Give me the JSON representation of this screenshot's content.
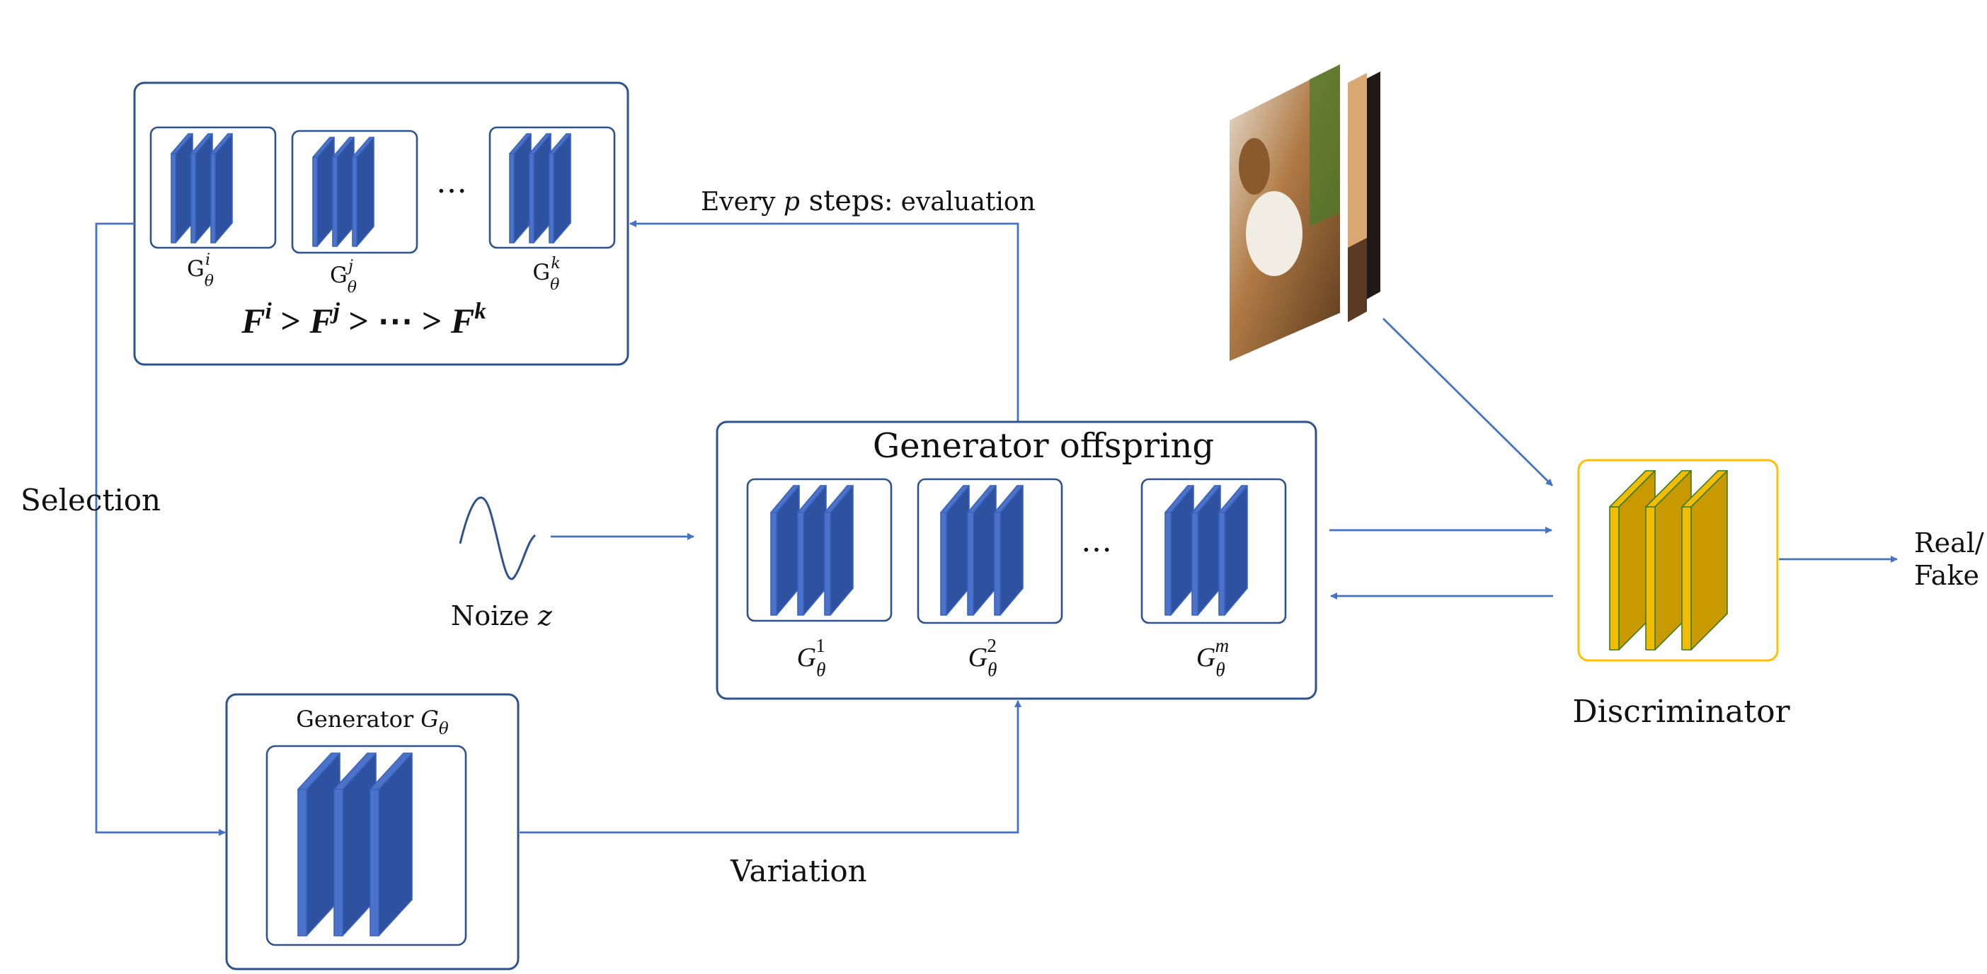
{
  "population": {
    "members": [
      {
        "base": "G",
        "sub": "θ",
        "sup": "i"
      },
      {
        "base": "G",
        "sub": "θ",
        "sup": "j"
      },
      {
        "base": "G",
        "sub": "θ",
        "sup": "k"
      }
    ],
    "ellipsis": "…",
    "fitness": {
      "parts": [
        {
          "kind": "term",
          "base": "F",
          "sup": "i"
        },
        {
          "kind": "op",
          "text": " > "
        },
        {
          "kind": "term",
          "base": "F",
          "sup": "j"
        },
        {
          "kind": "op",
          "text": " > ⋯ > "
        },
        {
          "kind": "term",
          "base": "F",
          "sup": "k"
        }
      ]
    }
  },
  "evaluation_label": {
    "prefix": "Every ",
    "var": "p",
    "mid": " steps",
    "suffix": ": evaluation"
  },
  "selection_label": "Selection",
  "variation_label": "Variation",
  "noise_label": {
    "text": "Noize ",
    "var": "z"
  },
  "generator": {
    "label": "Generator ",
    "var": "G",
    "sub": "θ"
  },
  "offspring": {
    "title": "Generator offspring",
    "members": [
      {
        "base": "G",
        "sub": "θ",
        "sup": "1"
      },
      {
        "base": "G",
        "sub": "θ",
        "sup": "2"
      },
      {
        "base": "G",
        "sub": "θ",
        "sup": "m"
      }
    ],
    "ellipsis": "…"
  },
  "discriminator_label": "Discriminator",
  "output_label": {
    "line1": "Real/",
    "line2": "Fake"
  },
  "colors": {
    "generator_layer": "#2f52a0",
    "generator_layer_light": "#4a73c9",
    "generator_edge": "#3a63c0",
    "discriminator_layer": "#c99a00",
    "discriminator_layer_light": "#f2bd00",
    "discriminator_edge": "#3d7a1f",
    "discriminator_box": "#ffc000",
    "box_stroke": "#2f528f",
    "arrow": "#4472c4"
  }
}
